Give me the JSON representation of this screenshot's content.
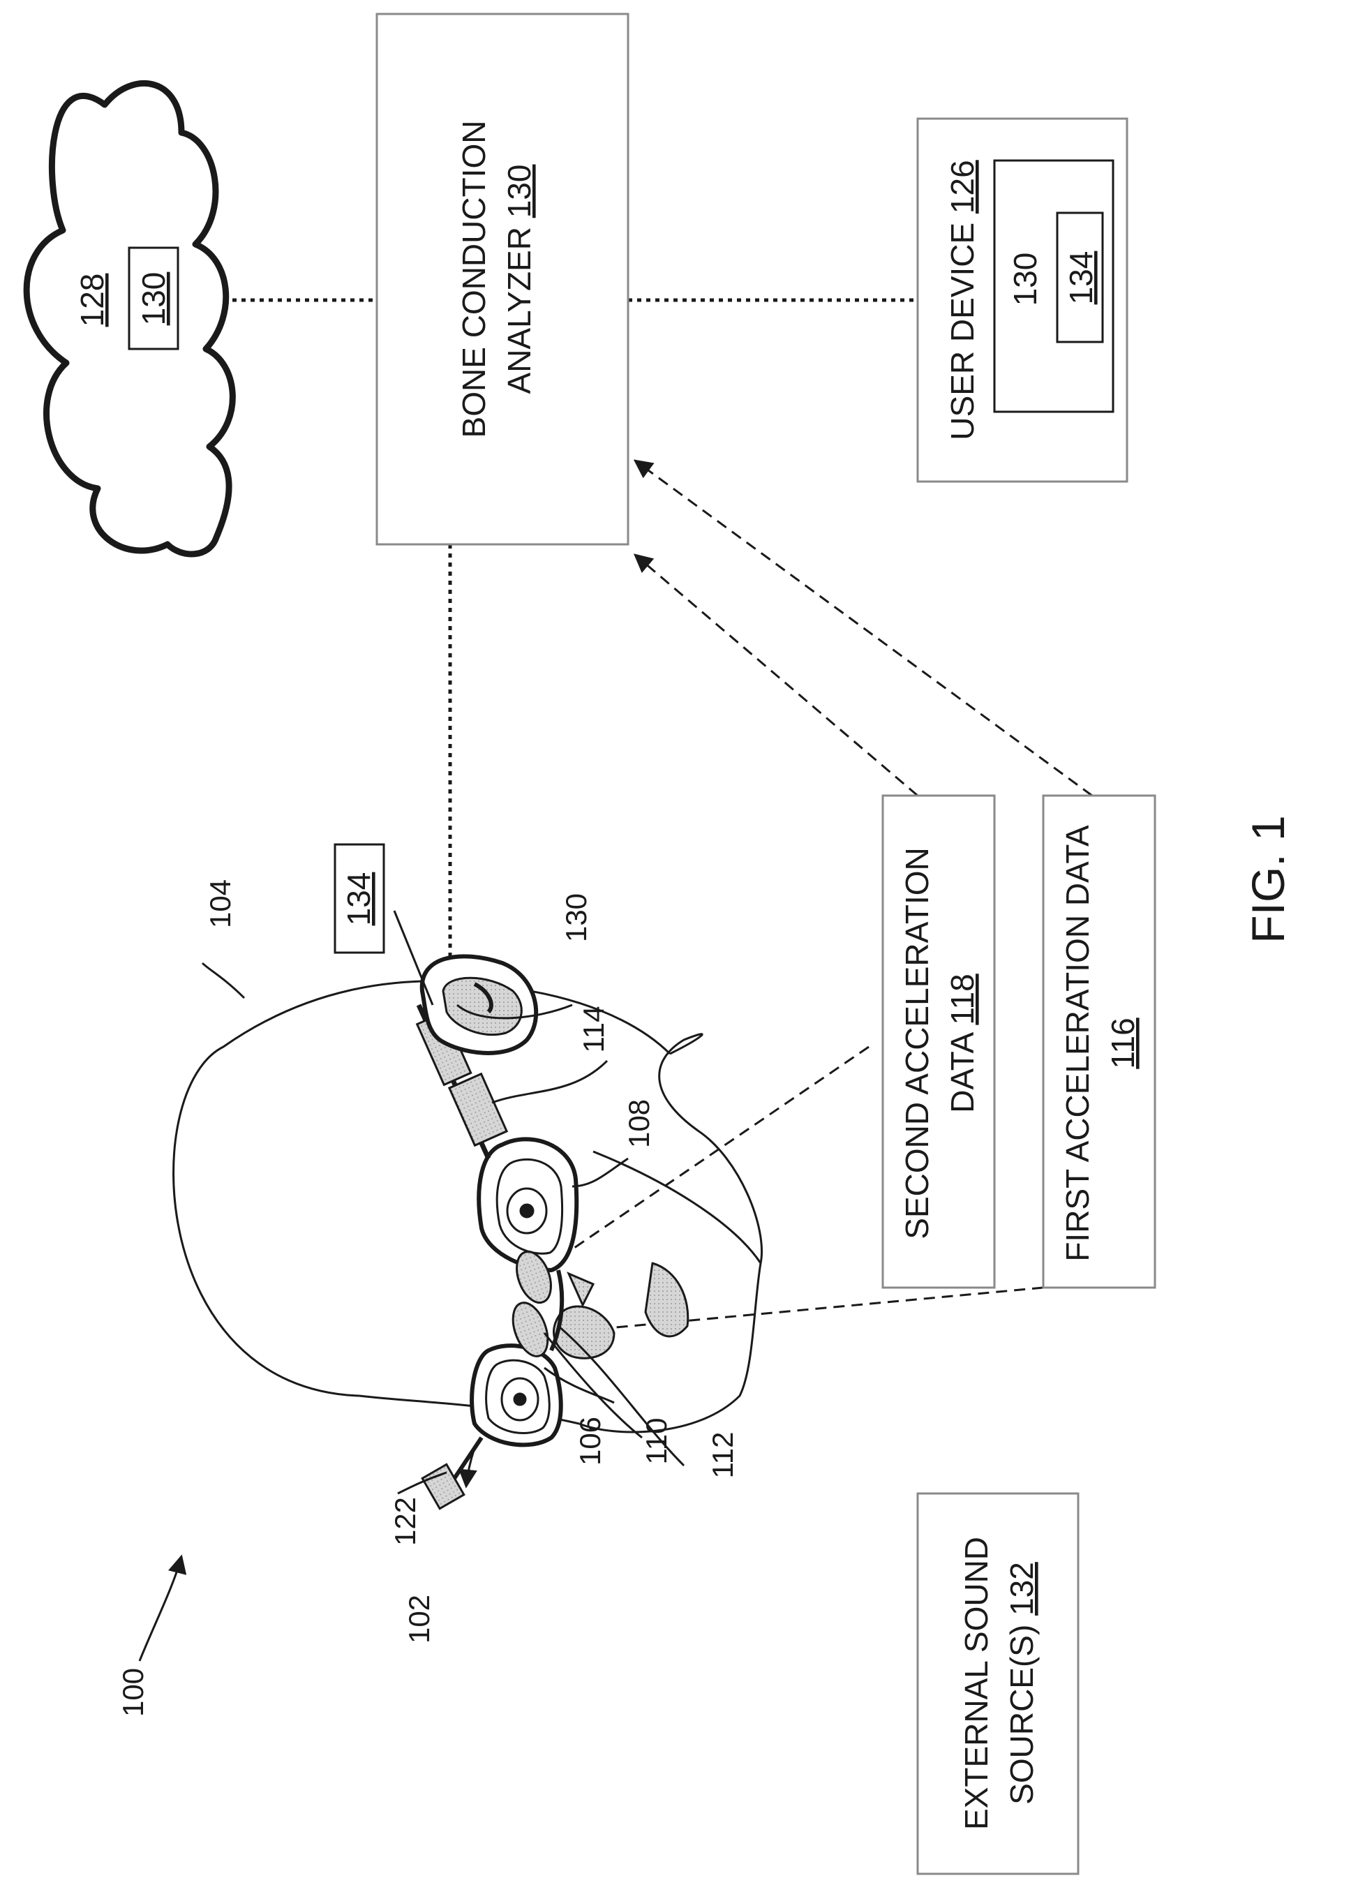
{
  "figure": {
    "fig_label": "FIG. 1",
    "ref_system": "100",
    "ref_glasses": "102",
    "ref_head": "104",
    "ref_106": "106",
    "ref_108": "108",
    "ref_110": "110",
    "ref_112": "112",
    "ref_114": "114",
    "ref_122": "122",
    "ref_130_temple": "130",
    "ref_134_box": "134",
    "cloud": {
      "ref": "128",
      "inner": "130"
    },
    "analyzer": {
      "line1": "BONE CONDUCTION",
      "line2": "ANALYZER ",
      "ref": "130"
    },
    "user_device": {
      "label": "USER DEVICE ",
      "ref": "126",
      "inner_ref": "130",
      "inner_box": "134"
    },
    "second_accel": {
      "line1": "SECOND ACCELERATION",
      "line2": "DATA ",
      "ref": "118"
    },
    "first_accel": {
      "line1": "FIRST ACCELERATION DATA",
      "ref": "116"
    },
    "external": {
      "line1": "EXTERNAL SOUND",
      "line2": "SOURCE(S) ",
      "ref": "132"
    }
  },
  "colors": {
    "ink": "#1a1a1a",
    "box_border": "#8a8a8a",
    "shade": "#c8c8c8"
  }
}
